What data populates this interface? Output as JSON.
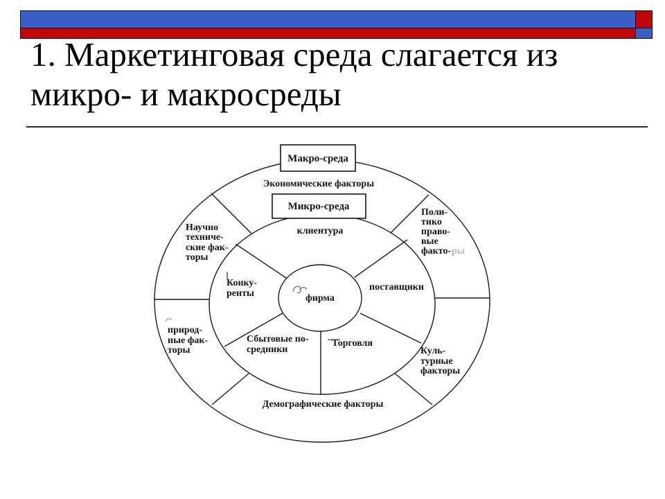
{
  "slide": {
    "title_line1": "1. Маркетинговая среда слагается из",
    "title_line2": "микро- и макросреды"
  },
  "colors": {
    "header_blue": "#3a5fc8",
    "header_red": "#c00606",
    "diagram_line": "#1a1a1a",
    "text": "#141414"
  },
  "diagram": {
    "macro_box_label": "Макро-среда",
    "micro_box_label": "Микро-среда",
    "center_label": "фирма",
    "outer_ring": {
      "economic": "Экономические факторы",
      "political_lines": [
        "Поли-",
        "тико",
        "право-",
        "вые",
        "факто-"
      ],
      "political_faded_suffix": "ры",
      "cultural_lines": [
        "Куль-",
        "турные",
        "факторы"
      ],
      "demographic": "Демографические факторы",
      "natural_lines": [
        "природ-",
        "ные фак-",
        "торы"
      ],
      "scientific_lines": [
        "Научно",
        "техниче-",
        "ские фак-",
        "торы"
      ]
    },
    "middle_ring": {
      "clients": "клиентура",
      "suppliers": "поставщики",
      "trade": "Торговля",
      "intermediaries_lines": [
        "Сбытовые по-",
        "средники"
      ],
      "competitors_lines": [
        "Конку-",
        "ренты"
      ]
    }
  }
}
